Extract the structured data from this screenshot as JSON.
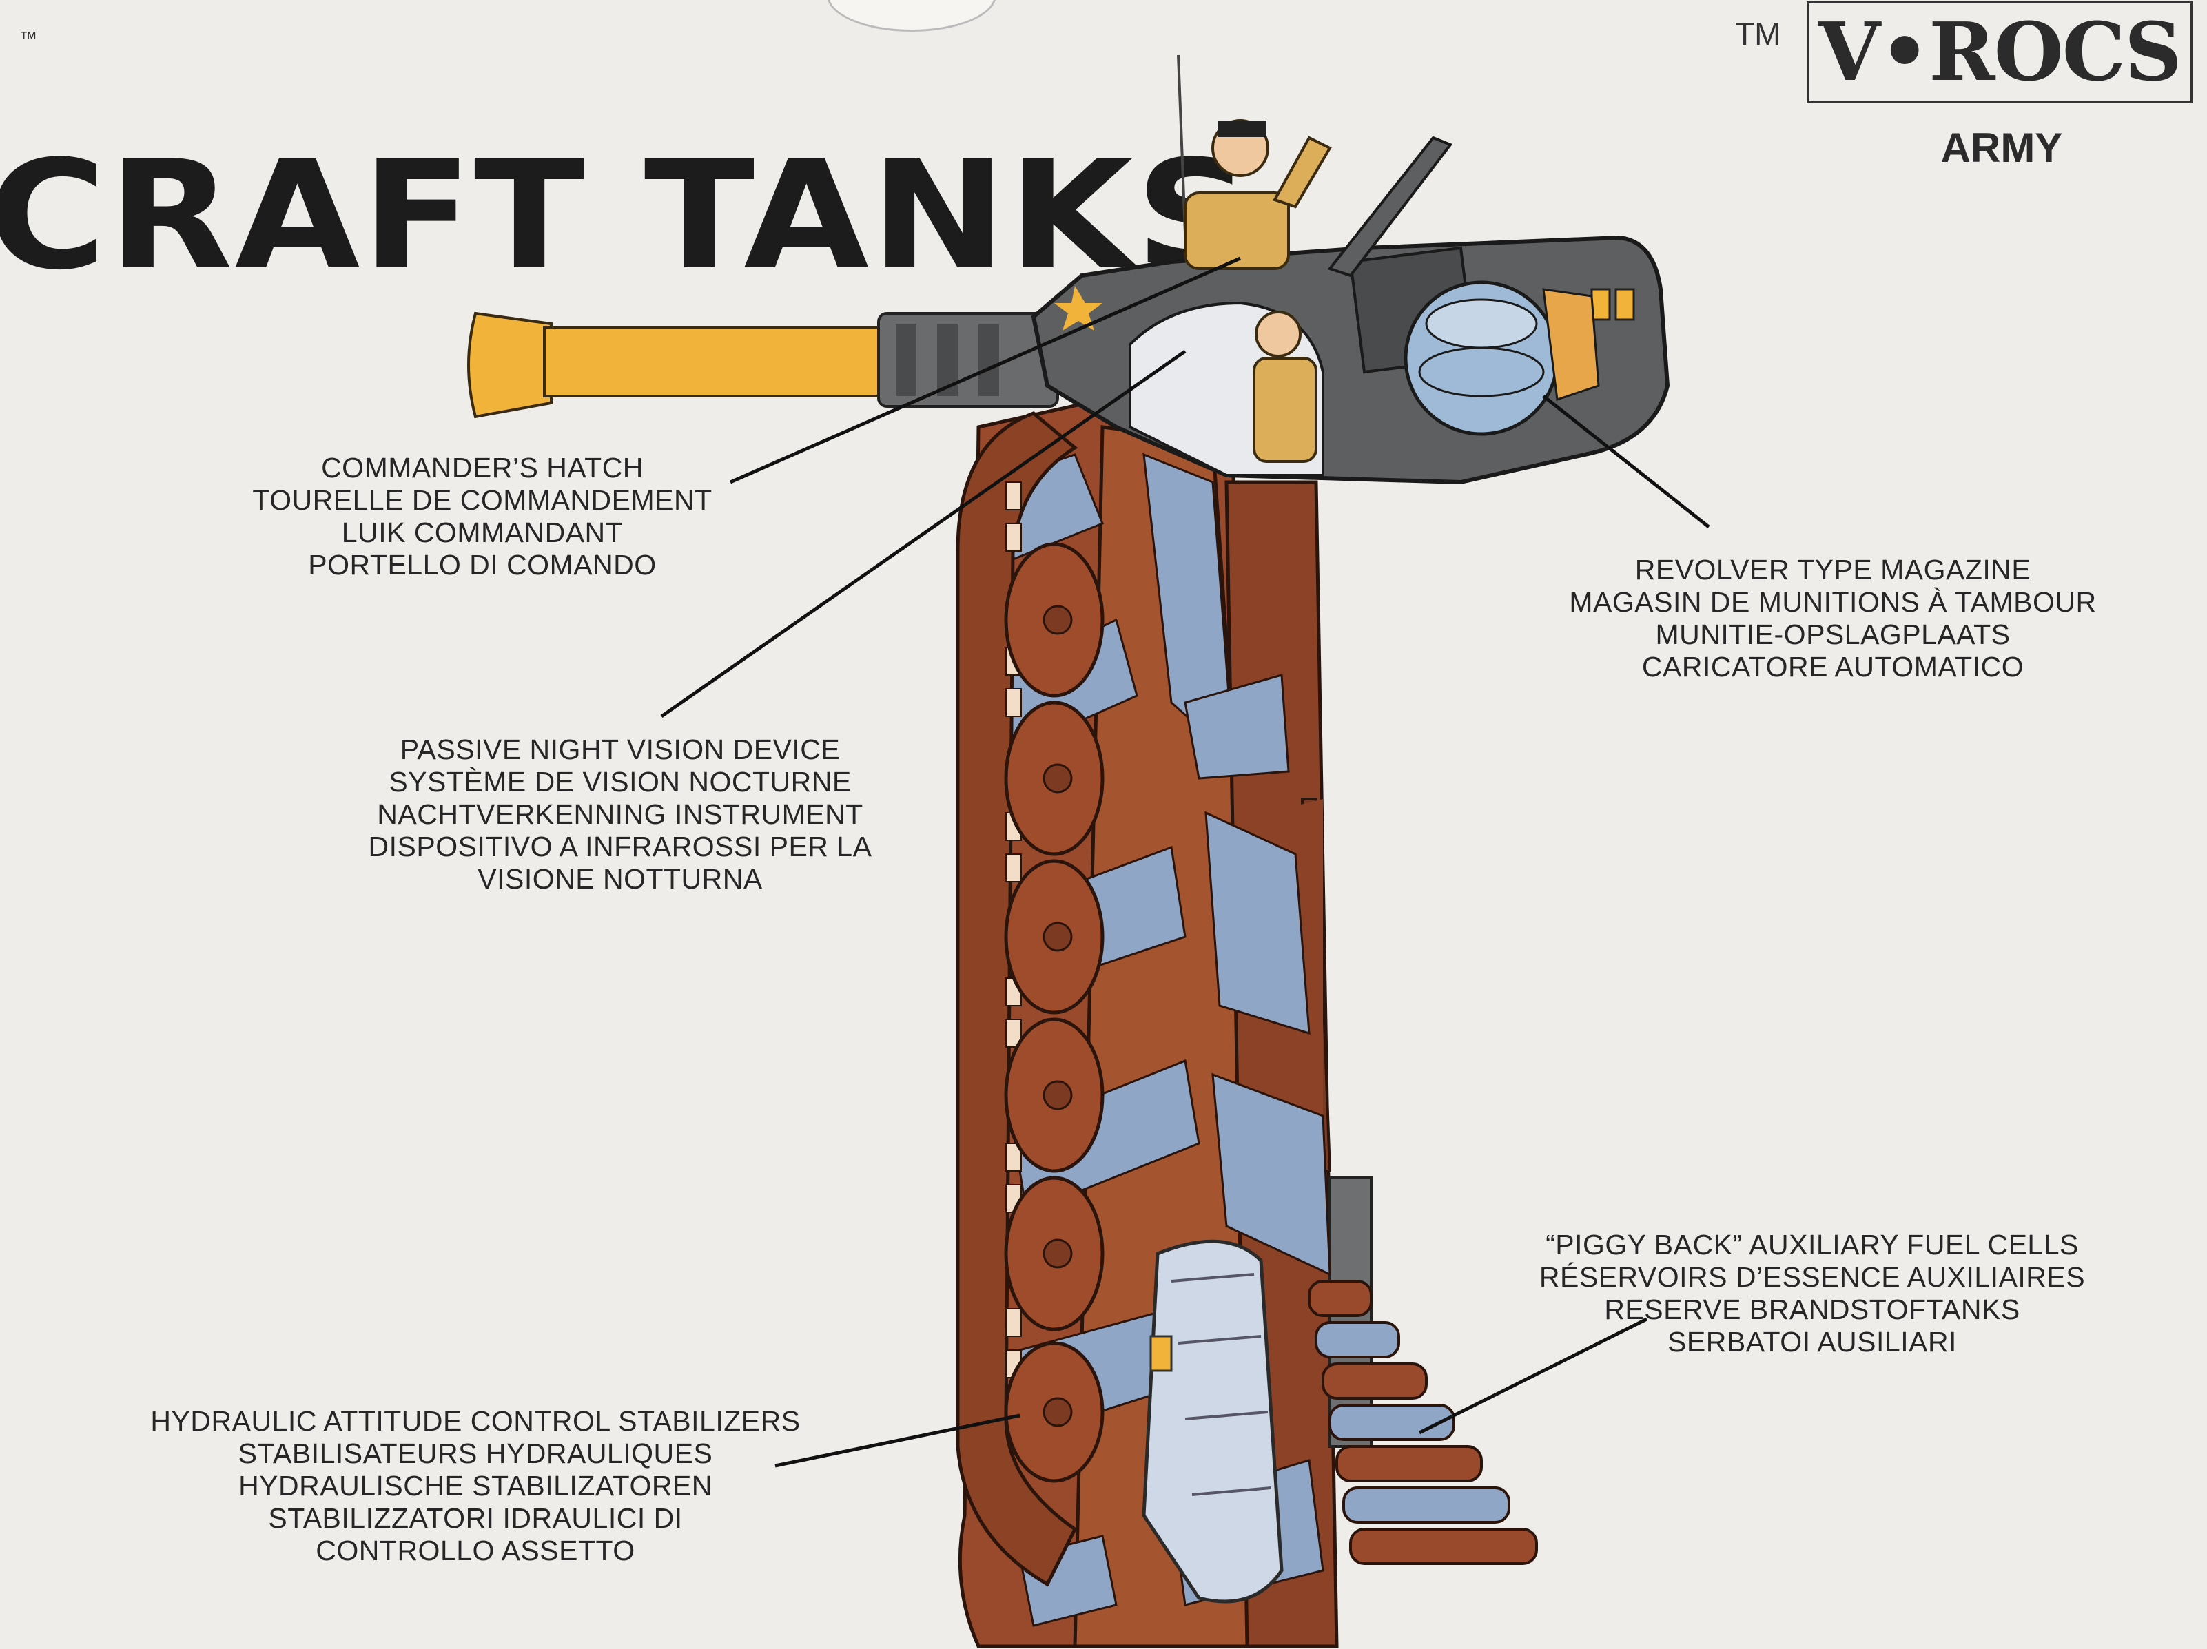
{
  "branding": {
    "tm_left": "™",
    "tm_right": "TM",
    "logo": "V•ROCS",
    "subtitle": "ARMY"
  },
  "headline": "CRAFT TANKS",
  "callouts": {
    "commanders_hatch": [
      "COMMANDER’S HATCH",
      "TOURELLE DE COMMANDEMENT",
      "LUIK COMMANDANT",
      "PORTELLO DI COMANDO"
    ],
    "revolver_magazine": [
      "REVOLVER TYPE MAGAZINE",
      "MAGASIN DE MUNITIONS À TAMBOUR",
      "MUNITIE-OPSLAGPLAATS",
      "CARICATORE AUTOMATICO"
    ],
    "night_vision": [
      "PASSIVE NIGHT VISION DEVICE",
      "SYSTÈME DE VISION NOCTURNE",
      "NACHTVERKENNING INSTRUMENT",
      "DISPOSITIVO A INFRAROSSI PER LA",
      "VISIONE NOTTURNA"
    ],
    "fuel_cells": [
      "“PIGGY BACK” AUXILIARY FUEL CELLS",
      "RÉSERVOIRS D’ESSENCE AUXILIAIRES",
      "RESERVE BRANDSTOFTANKS",
      "SERBATOI AUSILIARI"
    ],
    "stabilizers": [
      "HYDRAULIC ATTITUDE CONTROL STABILIZERS",
      "STABILISATEURS HYDRAULIQUES",
      "HYDRAULISCHE STABILIZATOREN",
      "STABILIZZATORI IDRAULICI DI",
      "CONTROLLO ASSETTO"
    ]
  },
  "colors": {
    "background": "#efede9",
    "hull_brown": "#9a4a2c",
    "camo_blue": "#8fa6c6",
    "turret_gray": "#5e5f60",
    "barrel_yellow": "#f1b33a",
    "uniform_tan": "#dcae5a"
  }
}
